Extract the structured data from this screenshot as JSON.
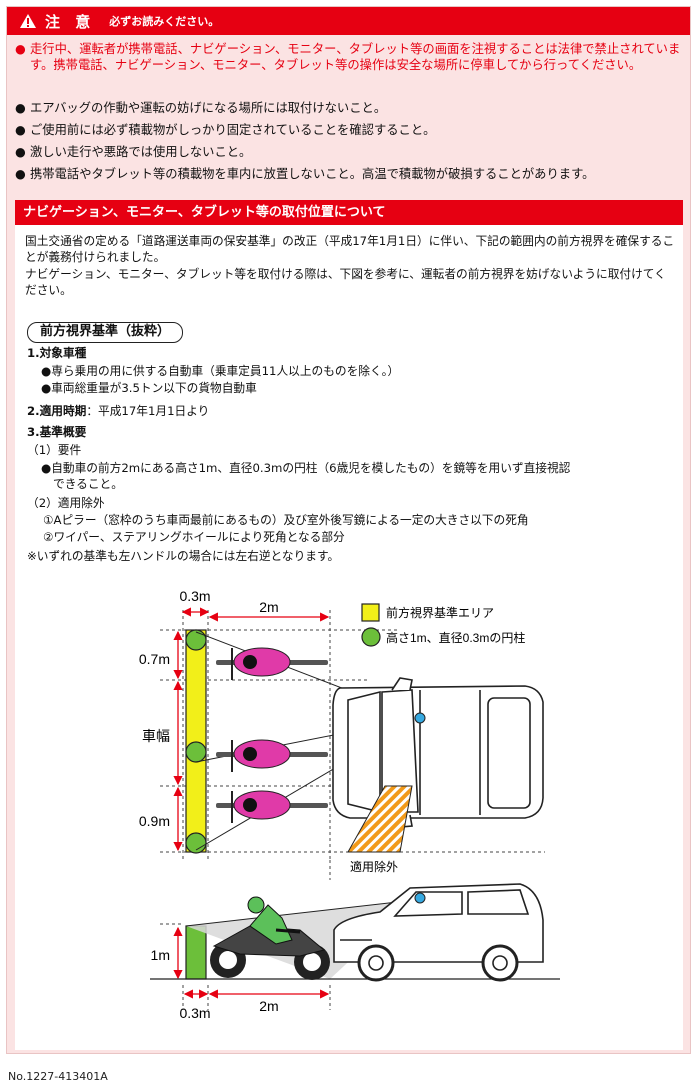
{
  "header": {
    "title": "注 意",
    "subtitle": "必ずお読みください。"
  },
  "warnings": [
    {
      "dot": "●",
      "text": "走行中、運転者が携帯電話、ナビゲーション、モニター、タブレット等の画面を注視することは法律で禁止されています。携帯電話、ナビゲーション、モニター、タブレット等の操作は安全な場所に停車してから行ってください。"
    },
    {
      "dot": "●",
      "text": "エアバッグの作動や運転の妨げになる場所には取付けないこと。"
    },
    {
      "dot": "●",
      "text": "ご使用前には必ず積載物がしっかり固定されていることを確認すること。"
    },
    {
      "dot": "●",
      "text": "激しい走行や悪路では使用しないこと。"
    },
    {
      "dot": "●",
      "text": "携帯電話やタブレット等の積載物を車内に放置しないこと。高温で積載物が破損することがあります。"
    }
  ],
  "section": {
    "title": "ナビゲーション、モニター、タブレット等の取付位置について",
    "para1": "国土交通省の定める「道路運送車両の保安基準」の改正（平成17年1月1日）に伴い、下記の範囲内の前方視界を確保することが義務付けられました。",
    "para2": "ナビゲーション、モニター、タブレット等を取付ける際は、下図を参考に、運転者の前方視界を妨げないように取付けてください。",
    "pill": "前方視界基準（抜粋）",
    "h1": "1.対象車種",
    "h1_items": [
      "●専ら乗用の用に供する自動車（乗車定員11人以上のものを除く。）",
      "●車両総重量が3.5トン以下の貨物自動車"
    ],
    "h2": "2.適用時期",
    "h2_val": "：平成17年1月1日より",
    "h3": "3.基準概要",
    "req_label": "（1）要件",
    "req_item_1": "●自動車の前方2mにある高さ1m、直径0.3mの円柱（6歳児を模したもの）を鏡等を用いず直接視認",
    "req_item_2": "できること。",
    "exc_label": "（2）適用除外",
    "exc_items": [
      "①Aピラー（窓枠のうち車両最前にあるもの）及び室外後写鏡による一定の大きさ以下の死角",
      "②ワイパー、ステアリングホイールにより死角となる部分"
    ],
    "note": "※いずれの基準も左ハンドルの場合には左右逆となります。"
  },
  "diagram": {
    "top_width": "0.3m",
    "top_dist": "2m",
    "left_07": "0.7m",
    "left_width": "車幅",
    "left_09": "0.9m",
    "exclusion": "適用除外",
    "left_1m": "1m",
    "bottom_width": "0.3m",
    "bottom_dist": "2m",
    "legend_area": "前方視界基準エリア",
    "legend_pole": "高さ1m、直径0.3mの円柱",
    "colors": {
      "area": "#f2ef19",
      "pole": "#6cbf3a",
      "rider": "#e03aa8",
      "hatch": "#f29a1a",
      "red": "#e60012"
    }
  },
  "footer": {
    "code": "No.1227-413401A"
  }
}
